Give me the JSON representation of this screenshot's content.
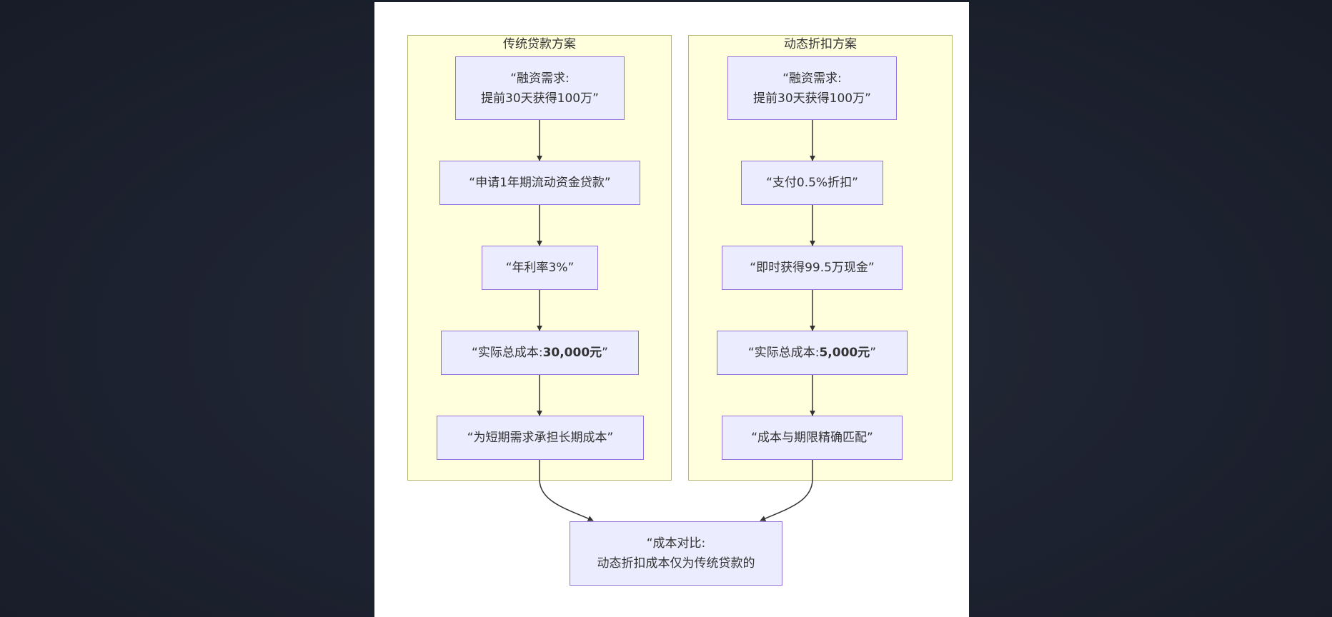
{
  "clusters": {
    "left": {
      "title": "传统贷款方案"
    },
    "right": {
      "title": "动态折扣方案"
    }
  },
  "nodes": {
    "l1": {
      "line1": "“融资需求:",
      "line2": "提前30天获得100万”"
    },
    "l2": {
      "text": "“申请1年期流动资金贷款”"
    },
    "l3": {
      "text": "“年利率3%”"
    },
    "l4": {
      "prefix": "“实际总成本:",
      "bold": "30,000元",
      "suffix": "”"
    },
    "l5": {
      "text": "“为短期需求承担长期成本”"
    },
    "r1": {
      "line1": "“融资需求:",
      "line2": "提前30天获得100万”"
    },
    "r2": {
      "text": "“支付0.5%折扣”"
    },
    "r3": {
      "text": "“即时获得99.5万现金”"
    },
    "r4": {
      "prefix": "“实际总成本:",
      "bold": "5,000元",
      "suffix": "”"
    },
    "r5": {
      "text": "“成本与期限精确匹配”"
    },
    "c": {
      "line1": "“成本对比:",
      "line2": "动态折扣成本仅为传统贷款的"
    }
  },
  "colors": {
    "cluster_fill": "#ffffde",
    "cluster_border": "#b4b874",
    "node_fill": "#ececff",
    "node_border": "#9370db",
    "edge": "#333333"
  }
}
